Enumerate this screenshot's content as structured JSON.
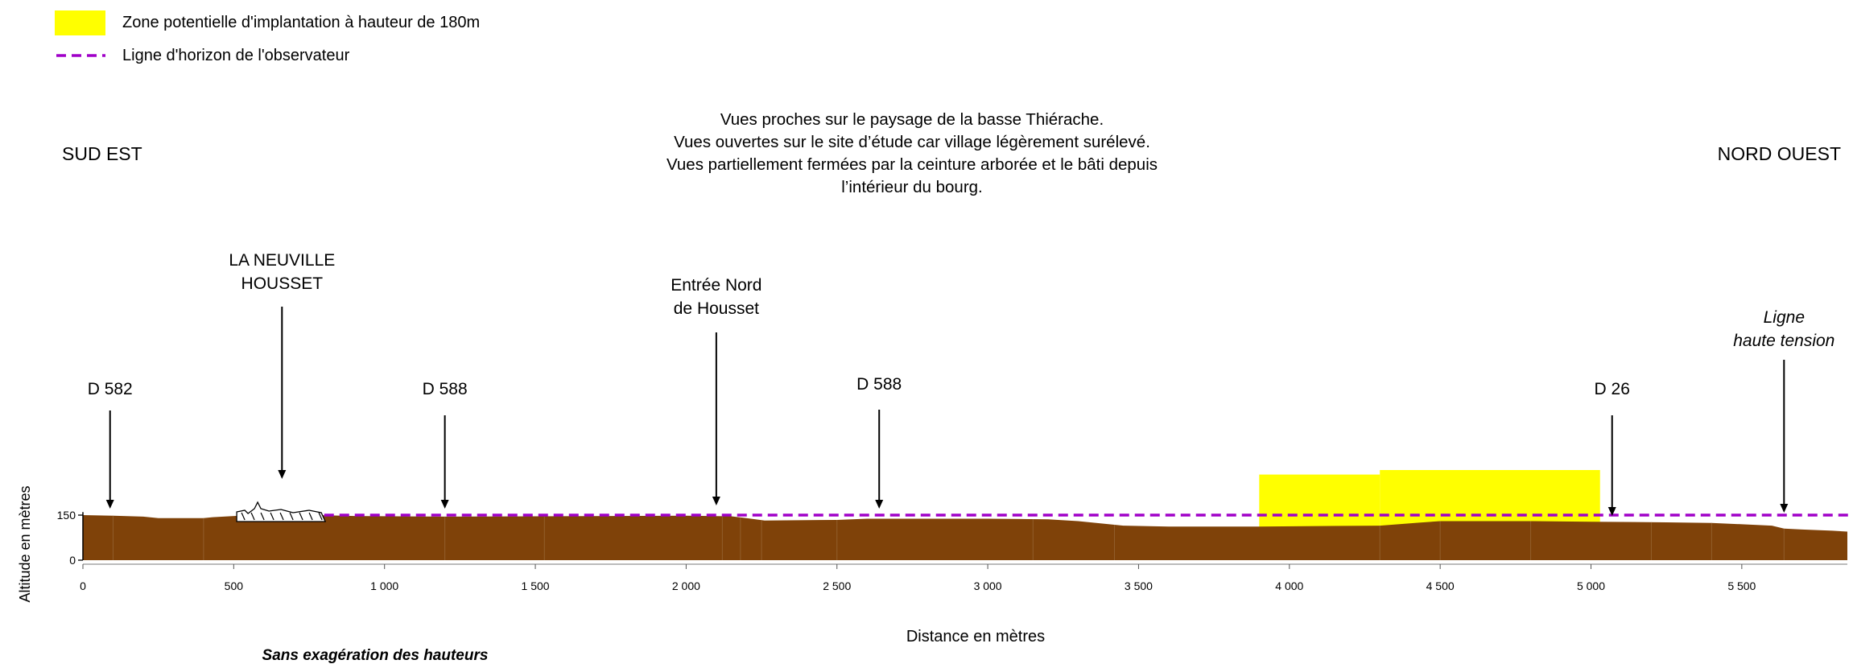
{
  "legend": {
    "zone_label": "Zone potentielle d'implantation à hauteur de 180m",
    "horizon_label": "Ligne d'horizon de l'observateur",
    "zone_color": "#ffff00",
    "horizon_color": "#a000c8"
  },
  "orientation": {
    "left": "SUD EST",
    "right": "NORD OUEST"
  },
  "description": [
    "Vues proches sur le paysage de la basse Thiérache.",
    "Vues ouvertes sur le site d’étude car village légèrement surélevé.",
    "Vues partiellement fermées par la ceinture arborée et le bâti depuis",
    "l’intérieur du bourg."
  ],
  "annotations": [
    {
      "lines": [
        "D 582"
      ],
      "x": 90,
      "italic": false
    },
    {
      "lines": [
        "LA NEUVILLE",
        "HOUSSET"
      ],
      "x": 660,
      "italic": false
    },
    {
      "lines": [
        "D 588"
      ],
      "x": 1200,
      "italic": false
    },
    {
      "lines": [
        "Entrée Nord",
        "de Housset"
      ],
      "x": 2100,
      "italic": false
    },
    {
      "lines": [
        "D 588"
      ],
      "x": 2640,
      "italic": false
    },
    {
      "lines": [
        "D 26"
      ],
      "x": 5070,
      "italic": false
    },
    {
      "lines": [
        "Ligne",
        "haute tension"
      ],
      "x": 5640,
      "italic": true
    }
  ],
  "axes": {
    "xlabel": "Distance en mètres",
    "ylabel": "Altitude en mètres",
    "xticks": [
      {
        "v": 0,
        "label": "0"
      },
      {
        "v": 500,
        "label": "500"
      },
      {
        "v": 1000,
        "label": "1 000"
      },
      {
        "v": 1500,
        "label": "1 500"
      },
      {
        "v": 2000,
        "label": "2 000"
      },
      {
        "v": 2500,
        "label": "2 500"
      },
      {
        "v": 3000,
        "label": "3 000"
      },
      {
        "v": 3500,
        "label": "3 500"
      },
      {
        "v": 4000,
        "label": "4 000"
      },
      {
        "v": 4500,
        "label": "4 500"
      },
      {
        "v": 5000,
        "label": "5 000"
      },
      {
        "v": 5500,
        "label": "5 500"
      }
    ],
    "yticks": [
      {
        "v": 0,
        "label": "0"
      },
      {
        "v": 150,
        "label": "150"
      }
    ]
  },
  "footnote": "Sans exagération des hauteurs",
  "profile": {
    "fill_color": "#7f4209",
    "horizon_altitude": 150,
    "horizon_from": 800,
    "points": [
      [
        0,
        150
      ],
      [
        100,
        148
      ],
      [
        200,
        145
      ],
      [
        250,
        140
      ],
      [
        400,
        140
      ],
      [
        430,
        143
      ],
      [
        520,
        148
      ],
      [
        780,
        150
      ],
      [
        900,
        147
      ],
      [
        1200,
        145
      ],
      [
        1500,
        146
      ],
      [
        2000,
        148
      ],
      [
        2150,
        146
      ],
      [
        2200,
        140
      ],
      [
        2260,
        132
      ],
      [
        2500,
        134
      ],
      [
        2600,
        138
      ],
      [
        3000,
        138
      ],
      [
        3200,
        136
      ],
      [
        3300,
        130
      ],
      [
        3450,
        115
      ],
      [
        3600,
        112
      ],
      [
        3900,
        112
      ],
      [
        4300,
        115
      ],
      [
        4430,
        125
      ],
      [
        4500,
        130
      ],
      [
        4800,
        130
      ],
      [
        5000,
        128
      ],
      [
        5250,
        126
      ],
      [
        5400,
        124
      ],
      [
        5600,
        115
      ],
      [
        5640,
        105
      ],
      [
        5700,
        102
      ],
      [
        5800,
        98
      ],
      [
        5850,
        95
      ]
    ],
    "zone": [
      {
        "x0": 3900,
        "x1": 4300,
        "top": 285
      },
      {
        "x0": 4300,
        "x1": 5030,
        "top": 300
      }
    ],
    "xmax": 5850,
    "ymax": 400
  }
}
